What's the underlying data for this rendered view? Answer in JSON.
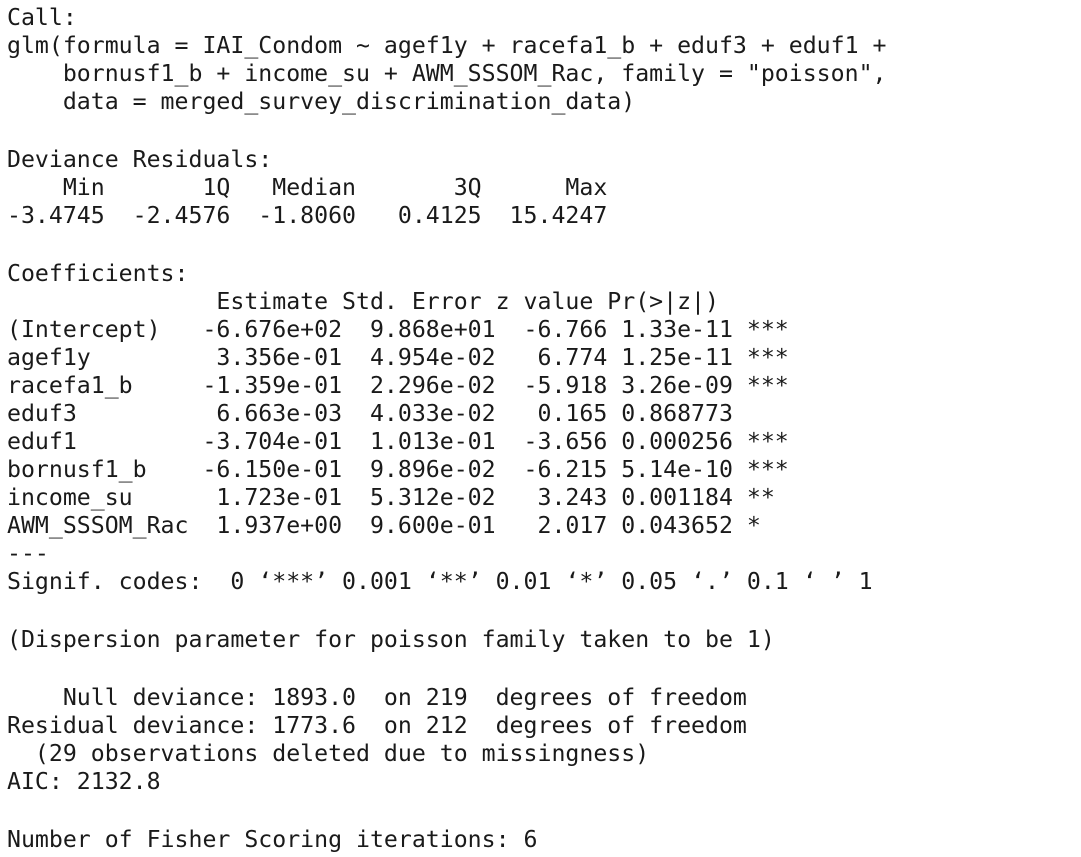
{
  "output": {
    "call_header": "Call:",
    "call_line1": "glm(formula = IAI_Condom ~ agef1y + racefa1_b + eduf3 + eduf1 +",
    "call_line2": "    bornusf1_b + income_su + AWM_SSSOM_Rac, family = \"poisson\",",
    "call_line3": "    data = merged_survey_discrimination_data)",
    "deviance_residuals_header": "Deviance Residuals:",
    "deviance_residuals_labels": "    Min       1Q   Median       3Q      Max",
    "deviance_residuals_values": "-3.4745  -2.4576  -1.8060   0.4125  15.4247",
    "coefficients_header": "Coefficients:",
    "coef_columns": "               Estimate Std. Error z value Pr(>|z|)    ",
    "coef_rows": [
      "(Intercept)   -6.676e+02  9.868e+01  -6.766 1.33e-11 ***",
      "agef1y         3.356e-01  4.954e-02   6.774 1.25e-11 ***",
      "racefa1_b     -1.359e-01  2.296e-02  -5.918 3.26e-09 ***",
      "eduf3          6.663e-03  4.033e-02   0.165 0.868773    ",
      "eduf1         -3.704e-01  1.013e-01  -3.656 0.000256 ***",
      "bornusf1_b    -6.150e-01  9.896e-02  -6.215 5.14e-10 ***",
      "income_su      1.723e-01  5.312e-02   3.243 0.001184 ** ",
      "AWM_SSSOM_Rac  1.937e+00  9.600e-01   2.017 0.043652 *  "
    ],
    "separator": "---",
    "signif_codes": "Signif. codes:  0 ‘***’ 0.001 ‘**’ 0.01 ‘*’ 0.05 ‘.’ 0.1 ‘ ’ 1",
    "dispersion_note": "(Dispersion parameter for poisson family taken to be 1)",
    "null_deviance": "    Null deviance: 1893.0  on 219  degrees of freedom",
    "residual_deviance": "Residual deviance: 1773.6  on 212  degrees of freedom",
    "missing_note": "  (29 observations deleted due to missingness)",
    "aic": "AIC: 2132.8",
    "fisher_iterations": "Number of Fisher Scoring iterations: 6"
  }
}
